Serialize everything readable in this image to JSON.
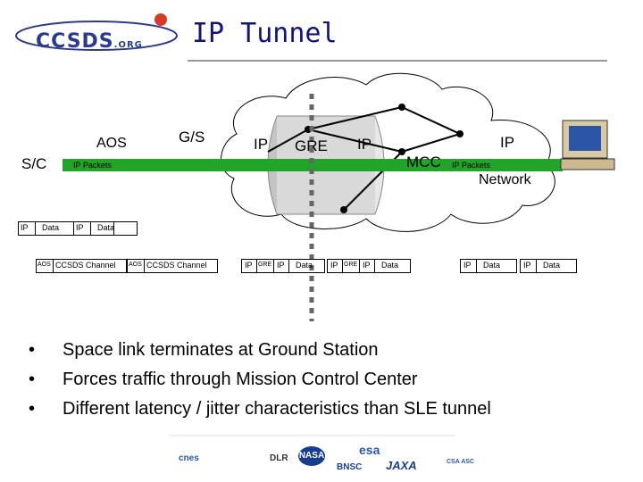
{
  "header": {
    "title": "IP Tunnel",
    "logo_main": "CCSDS",
    "logo_suffix": ".ORG"
  },
  "diagram": {
    "sc_label": "S/C",
    "aos_label": "AOS",
    "gs_label": "G/S",
    "ip_left": "IP",
    "gre_label": "GRE",
    "ip_mid": "IP",
    "mcc_label": "MCC",
    "ip_right": "IP",
    "network_label": "Network",
    "packets_left": "IP Packets",
    "packets_right": "IP Packets",
    "frames": {
      "ip": "IP",
      "data": "Data",
      "aos": "AOS",
      "ccsds_channel": "CCSDS Channel",
      "gre": "GRE"
    }
  },
  "bullets": [
    "Space link terminates at Ground Station",
    "Forces traffic through Mission Control Center",
    "Different latency / jitter characteristics than SLE tunnel"
  ],
  "footer_logos": [
    "cnes",
    "DLR",
    "NASA",
    "esa",
    "BNSC",
    "JAXA",
    "CSA ASC"
  ],
  "colors": {
    "title": "#12147a",
    "logo": "#2c3a8c",
    "link": "#22a32a",
    "tunnel": "#c0c0c0",
    "rule": "#999999"
  }
}
